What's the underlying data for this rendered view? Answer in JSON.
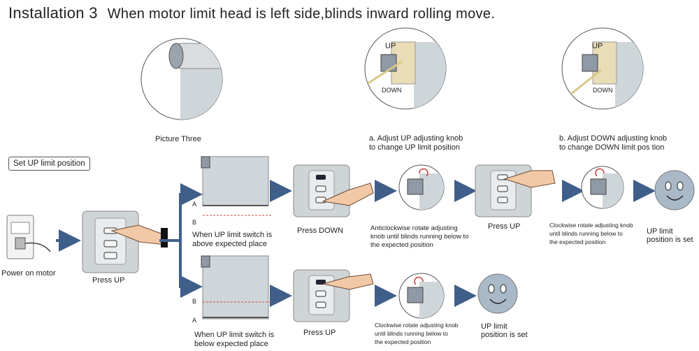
{
  "header": {
    "title": "Installation 3",
    "subtitle": "When motor limit head is left side,blinds inward rolling move."
  },
  "top_pictures": {
    "picture_three": "Picture Three",
    "step_a": [
      "a. Adjust UP adjusting knob",
      "to change UP limit position"
    ],
    "step_b": [
      "b. Adjust DOWN adjusting knob",
      "to change DOWN limit pos tion"
    ],
    "up_label": "UP",
    "down_label": "DOWN"
  },
  "set_up_box": "Set UP limit position",
  "power": "Power on motor",
  "press_up_main": "Press UP",
  "branch_upper": {
    "condition": [
      "When UP limit switch is",
      "above expected place"
    ],
    "press": "Press DOWN",
    "rotate": [
      "Anticlockwise  rotate adjusting",
      "knob until blinds running below to",
      "the expected  position"
    ],
    "press2": "Press UP",
    "rotate2": [
      "Clockwise  rotate adjusting knob",
      "until blinds running below to",
      "the expected position"
    ],
    "result": [
      "UP limit",
      "position is set"
    ]
  },
  "branch_lower": {
    "condition": [
      "When UP limit switch is",
      "below expected place"
    ],
    "press": "Press UP",
    "rotate": [
      "Clockwise  rotate adjusting knob",
      "until blinds running below to",
      "the expected  position"
    ],
    "result": [
      "UP limit",
      "position is set"
    ]
  },
  "markers": {
    "a": "A",
    "b": "B"
  },
  "colors": {
    "arrow": "#3f5f8a",
    "blind": "#cfd6da",
    "remote": "#cfd4d6",
    "smiley": "#a9b9c8"
  }
}
